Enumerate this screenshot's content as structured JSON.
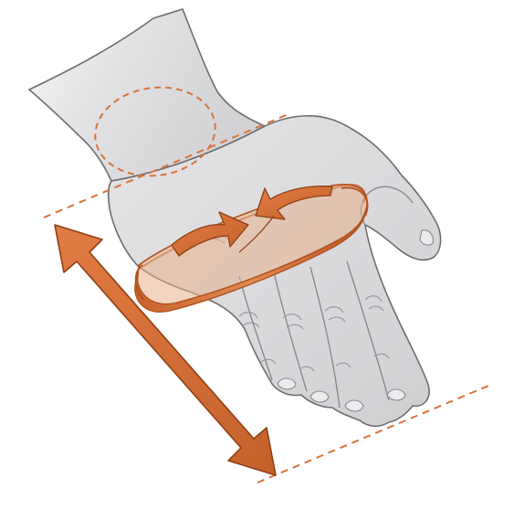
{
  "colors": {
    "background": "#ffffff",
    "skin_light": "#f2f2f3",
    "skin_mid": "#dcdcde",
    "skin_shadow": "#c9c9cc",
    "outline": "#6e6e72",
    "crease": "#9a9a9e",
    "accent": "#d9733a",
    "accent_dark": "#b0531f",
    "accent_light": "#eba57a",
    "band_fill": "#e8b08d"
  },
  "icons": {
    "hand": "open-hand-illustration",
    "band": "measuring-band-icon",
    "twist_arrows": "rotation-arrows-icon",
    "length_arrow": "double-headed-arrow-icon",
    "guides": "dashed-guide-lines",
    "wrist_marker": "dashed-ellipse-marker"
  }
}
